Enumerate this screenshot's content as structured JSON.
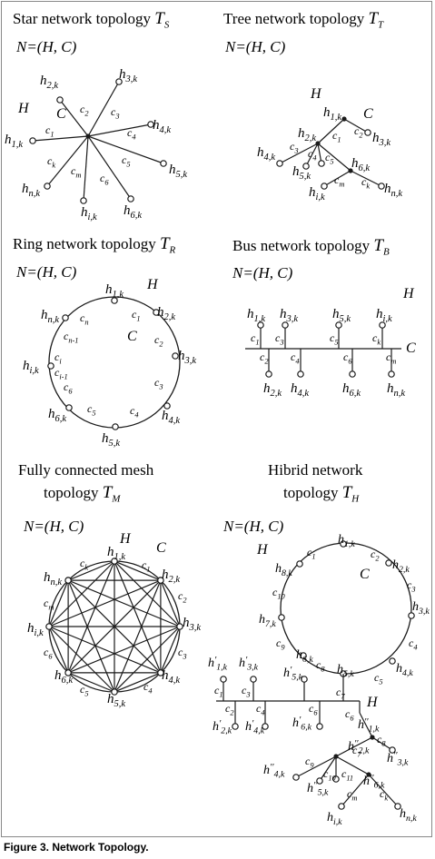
{
  "caption": "Figure 3. Network Topology.",
  "network": "N=(H, C)",
  "panels": {
    "star": {
      "title": "Star network topology",
      "sym": "T",
      "sub": "S"
    },
    "tree": {
      "title": "Tree network topology",
      "sym": "T",
      "sub": "T"
    },
    "ring": {
      "title": "Ring network topology",
      "sym": "T",
      "sub": "R"
    },
    "bus": {
      "title": "Bus network topology",
      "sym": "T",
      "sub": "B"
    },
    "mesh": {
      "title1": "Fully connected mesh",
      "title2": "topology",
      "sym": "T",
      "sub": "M"
    },
    "hybrid": {
      "title1": "Hibrid network",
      "title2": "topology",
      "sym": "T",
      "sub": "H"
    }
  },
  "icons": {
    "node": "host-node-icon"
  },
  "colors": {
    "line": "#1a1a1a",
    "node_fill": "#ffffff"
  }
}
